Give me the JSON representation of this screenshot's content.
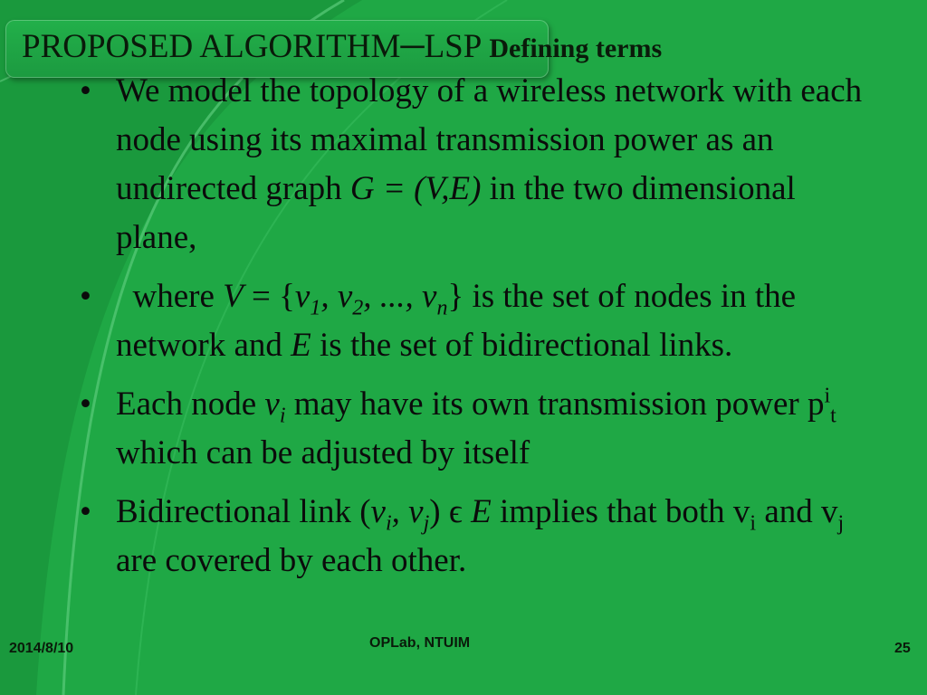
{
  "colors": {
    "background": "#1fa845",
    "text": "#0b0b0b"
  },
  "slide": {
    "title_main": "PROPOSED ALGORITHM─LSP",
    "title_sub": "Defining terms",
    "bullet_char": "•",
    "b1": {
      "line1": "We model the topology of a wireless network with each node using its maximal transmission power as an undirected graph ",
      "g_expr": "G = (V,E)",
      "line2": " in the two dimensional plane,"
    },
    "b2": {
      "where": "  where ",
      "V": "V",
      "eq": " = {",
      "v": "v",
      "s1": "1",
      "sep1": ", ",
      "s2": "2",
      "sep2": ", ..., ",
      "sn": "n",
      "close": "} is the set of nodes in the network and ",
      "E": "E",
      "tail": " is the set of bidirectional links."
    },
    "b3": {
      "t1": "Each node ",
      "v": "v",
      "vi_sub": "i",
      "t2": " may have its own transmission power p",
      "p_sup": "i",
      "p_sub": "t",
      "t3": " which can be adjusted by itself"
    },
    "b4": {
      "t1": "Bidirectional link (",
      "v": "v",
      "i": "i",
      "comma": ", ",
      "j": "j",
      "t2": ") ϵ ",
      "E": "E",
      "t3": " implies that both v",
      "t4": " and v",
      "t5": " are covered by each other."
    }
  },
  "footer": {
    "date": "2014/8/10",
    "center": "OPLab, NTUIM",
    "page": "25"
  }
}
